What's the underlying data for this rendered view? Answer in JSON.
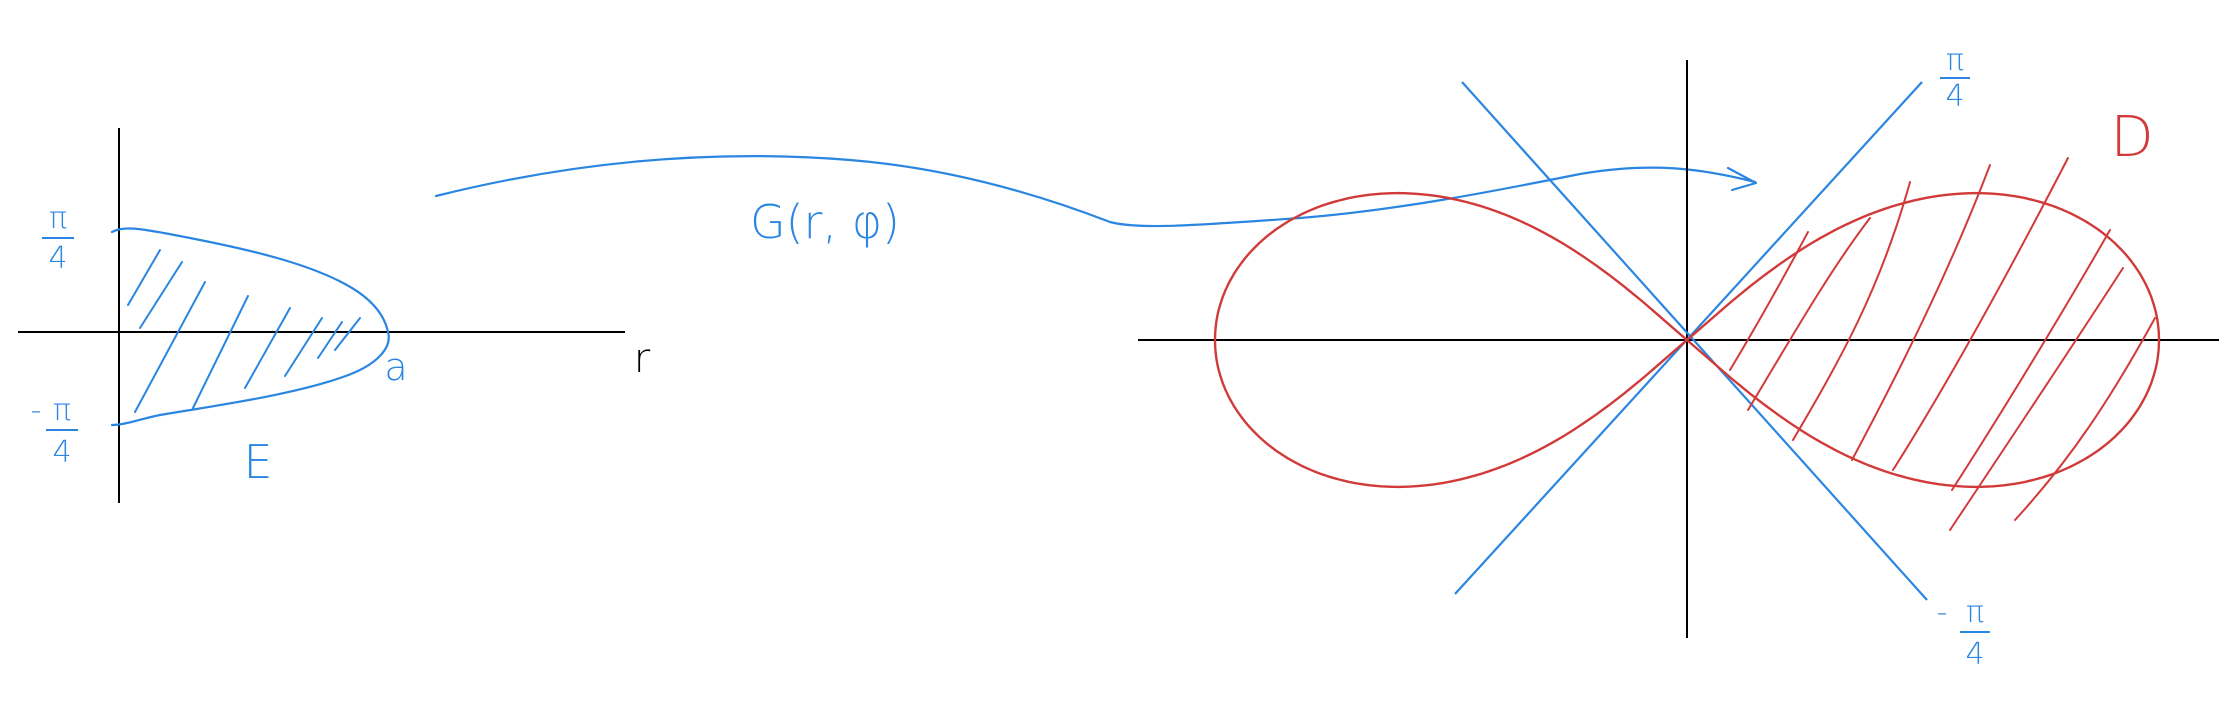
{
  "labels": {
    "pi_over_4_left": {
      "num": "π",
      "den": "4"
    },
    "neg_pi_over_4_left": {
      "sign": "-",
      "num": "π",
      "den": "4"
    },
    "a": "a",
    "r": "r",
    "E": "E",
    "map": "G(r, φ)",
    "pi_over_4_right": {
      "num": "π",
      "den": "4"
    },
    "neg_pi_over_4_right": {
      "sign": "-",
      "num": "π",
      "den": "4"
    },
    "D": "D"
  },
  "colors": {
    "axis": "#000000",
    "blue": "#2a86e0",
    "red": "#d23a3a"
  }
}
